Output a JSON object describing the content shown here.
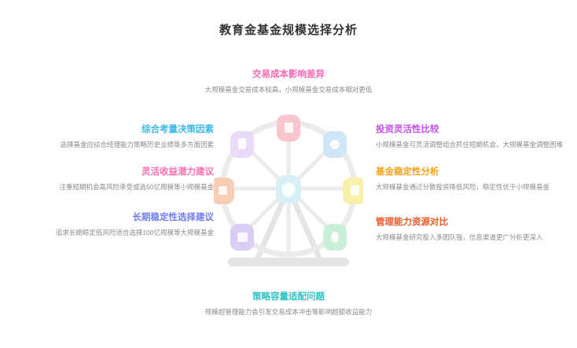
{
  "page": {
    "title": "教育金基金规模选择分析",
    "background": "#ffffff"
  },
  "graphic": {
    "name": "ferris-wheel-illustration",
    "frame_color": "#e3e3e3",
    "cabins": [
      {
        "id": "cabin-top",
        "color": "#f9c6d0",
        "icon": "book-icon"
      },
      {
        "id": "cabin-upper-right",
        "color": "#cfe6f7",
        "icon": "cloud-icon"
      },
      {
        "id": "cabin-lower-right",
        "color": "#f8f0a8",
        "icon": "note-icon"
      },
      {
        "id": "cabin-bottom-right",
        "color": "#c9efd8",
        "icon": "leaf-icon"
      },
      {
        "id": "cabin-bottom-left",
        "color": "#d8cdf2",
        "icon": "gift-icon"
      },
      {
        "id": "cabin-lower-left",
        "color": "#f7cdb6",
        "icon": "chart-icon"
      },
      {
        "id": "cabin-upper-left",
        "color": "#ead9f7",
        "icon": "hourglass-icon"
      },
      {
        "id": "cabin-center",
        "color": "#d6f0f6",
        "icon": "shield-icon"
      }
    ]
  },
  "blocks": {
    "top": {
      "head": "交易成本影响差异",
      "body": "大规模基金交易成本较高，小规模基金交易成本相对更低",
      "color": "#ff66b3"
    },
    "left1": {
      "head": "综合考量决策因素",
      "body": "选择基金应综合经理能力策略历史业绩等多方面因素",
      "color": "#3fb7ea"
    },
    "left2": {
      "head": "灵活收益潜力建议",
      "body": "注重短期机会高风险承受或选50亿规模等小规模基金",
      "color": "#ff6fae"
    },
    "left3": {
      "head": "长期稳定性选择建议",
      "body": "追求长期稳定低风险适合选择100亿规模等大规模基金",
      "color": "#6f7bf7"
    },
    "right1": {
      "head": "投资灵活性比较",
      "body": "小规模基金可灵活调整组合抓住短期机会，大规模基金调整困难",
      "color": "#c44ff0"
    },
    "right2": {
      "head": "基金稳定性分析",
      "body": "大规模基金通过分散投资降低风险，稳定性优于小规模基金",
      "color": "#f9a01b"
    },
    "right3": {
      "head": "管理能力资源对比",
      "body": "大规模基金研究投入多团队强，信息渠道更广分析更深入",
      "color": "#f05a28"
    },
    "bottom": {
      "head": "策略容量适配问题",
      "body": "规模超管理能力会引发交易成本冲击等影响超额收益能力",
      "color": "#2ec4c4"
    }
  }
}
